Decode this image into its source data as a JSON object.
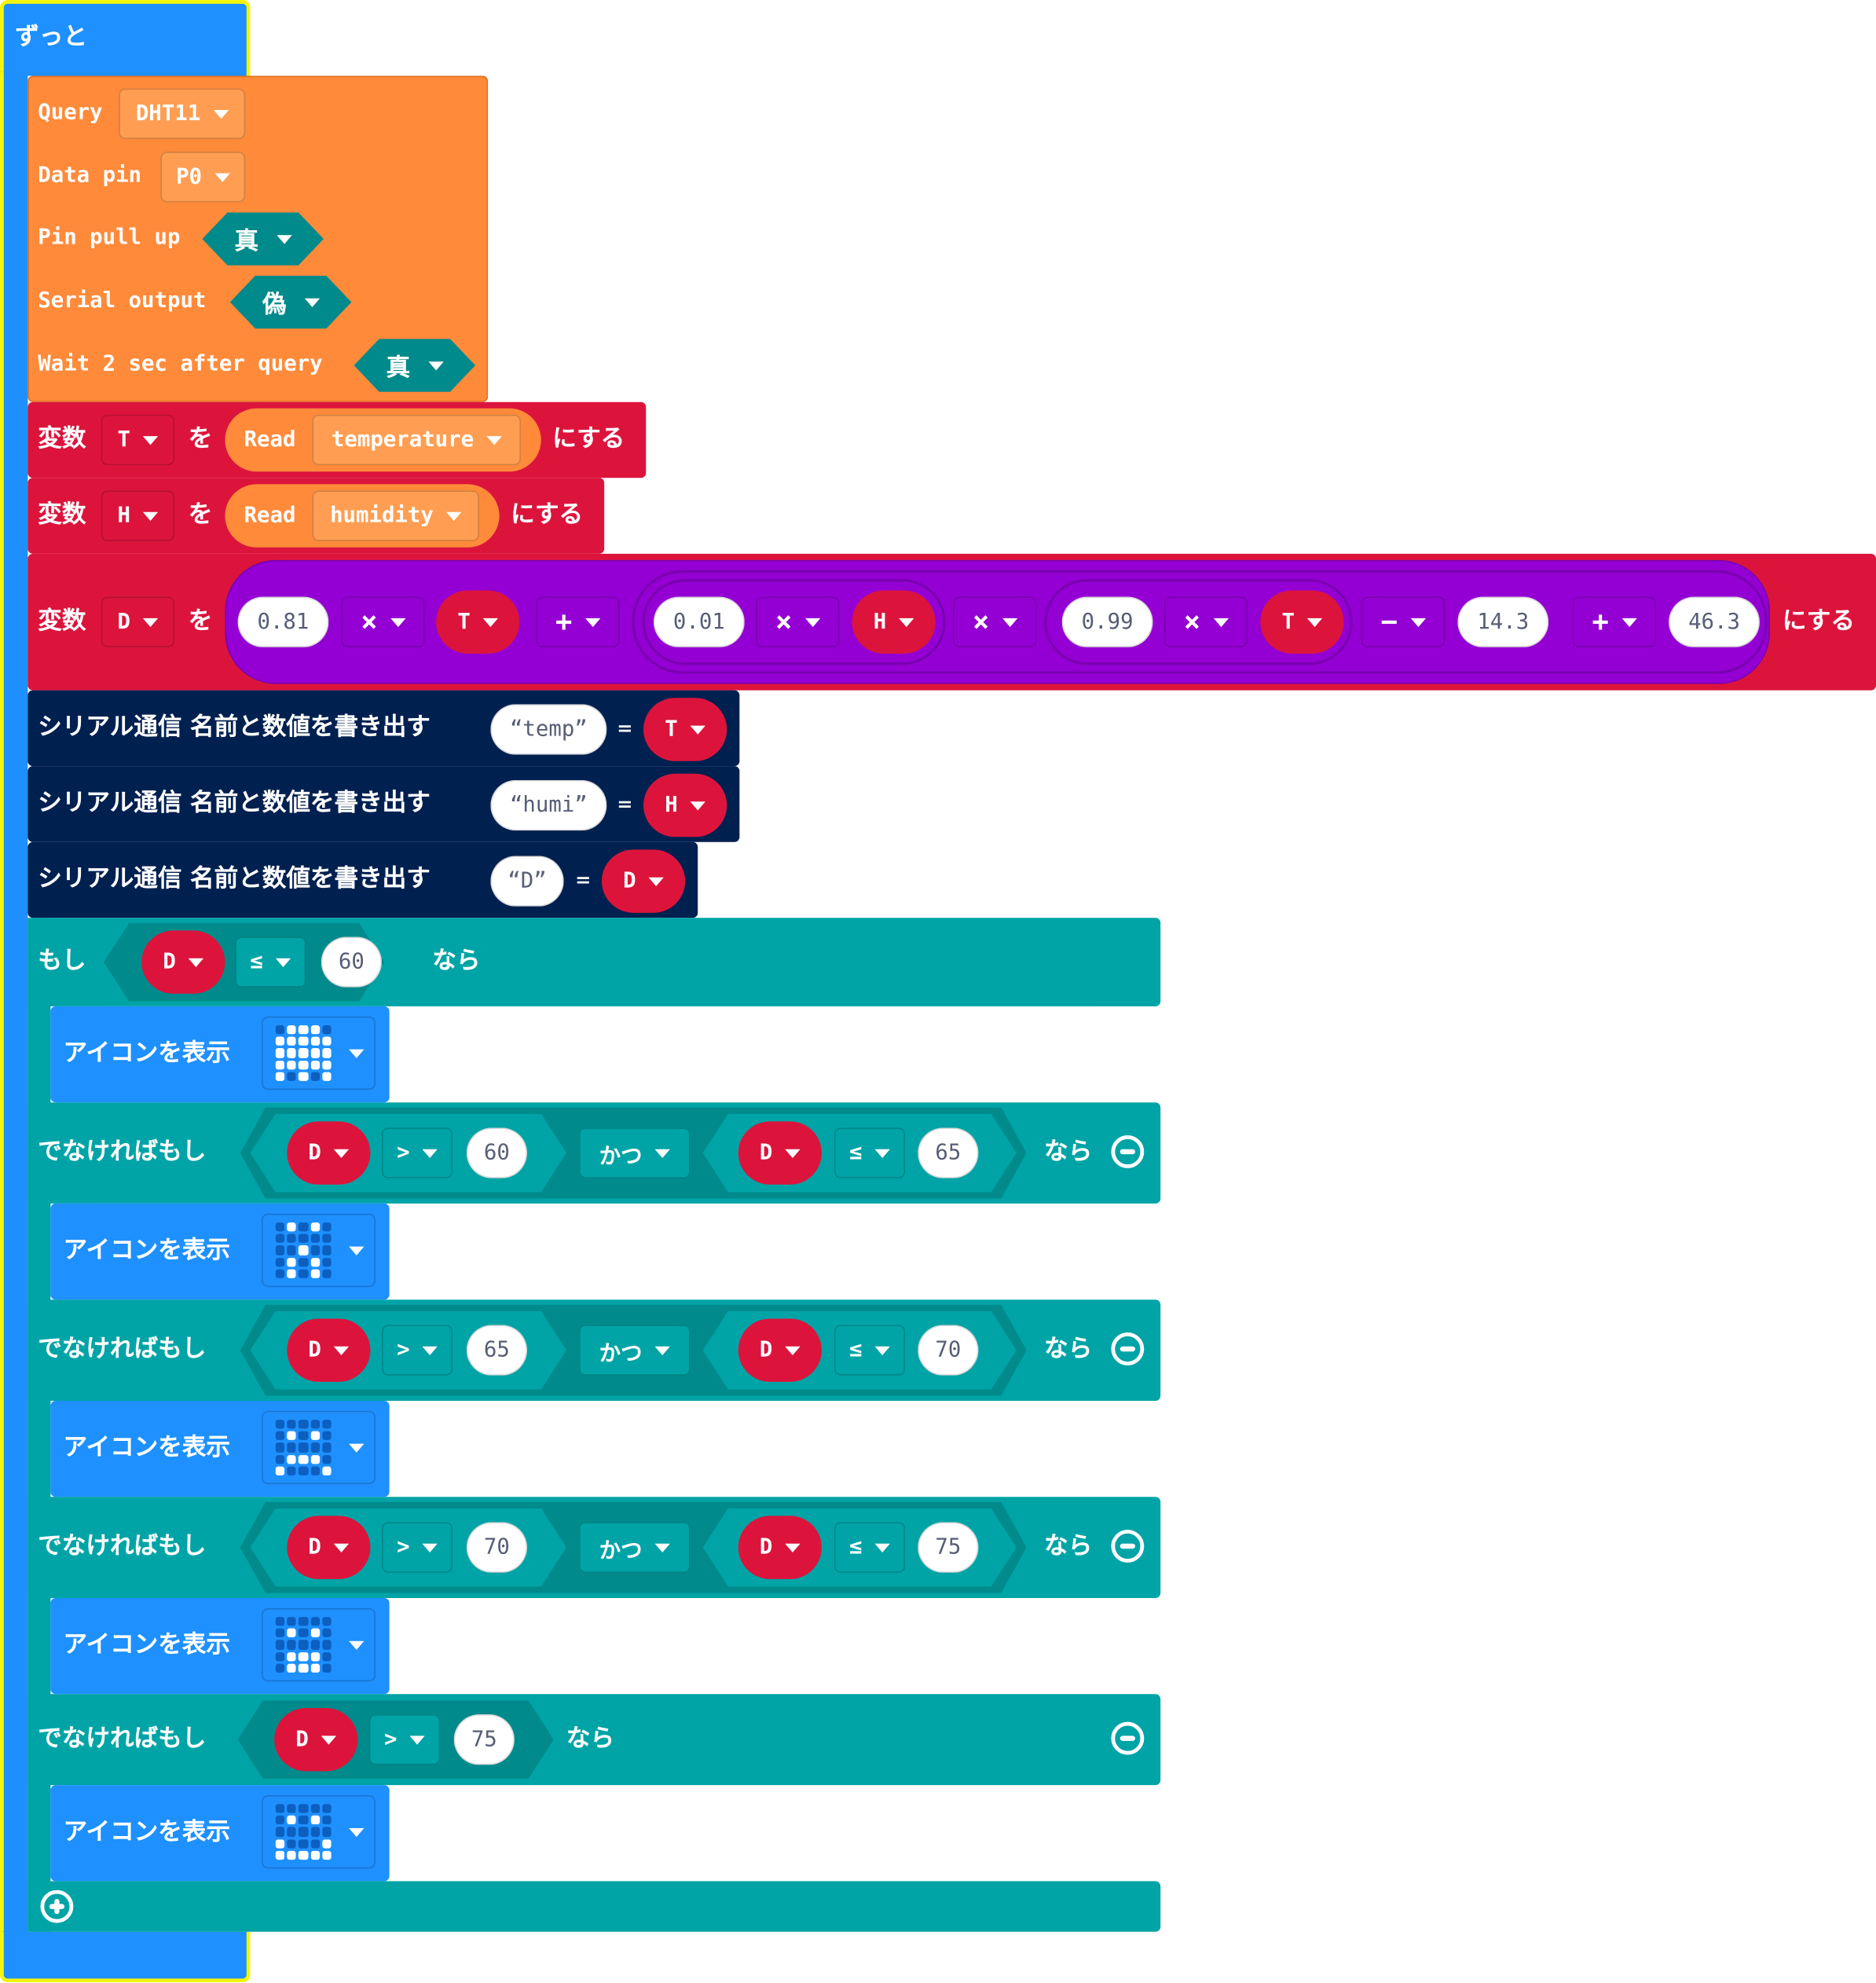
{
  "colors": {
    "loops": "#1e90ff",
    "dht": "#ff8a3a",
    "dht_dd": "#ff9e52",
    "variables": "#dc143c",
    "math": "#9400d3",
    "serial": "#002050",
    "logic": "#00a4a6",
    "basic": "#1e90ff",
    "highlight": "#f4f40c"
  },
  "forever": {
    "label": "ずっと"
  },
  "dht": {
    "query_label": "Query",
    "query_value": "DHT11",
    "pin_label": "Data pin",
    "pin_value": "P0",
    "pullup_label": "Pin pull up",
    "pullup_value": "真",
    "serial_label": "Serial output",
    "serial_value": "偽",
    "wait_label": "Wait 2 sec after query",
    "wait_value": "真"
  },
  "set_t": {
    "var_word": "変数",
    "var": "T",
    "wo": "を",
    "read": "Read",
    "reading": "temperature",
    "suffix": "にする"
  },
  "set_h": {
    "var_word": "変数",
    "var": "H",
    "wo": "を",
    "read": "Read",
    "reading": "humidity",
    "suffix": "にする"
  },
  "set_d": {
    "var_word": "変数",
    "var": "D",
    "wo": "を",
    "suffix": "にする",
    "n1": "0.81",
    "op1": "×",
    "v1": "T",
    "op2": "+",
    "n2": "0.01",
    "op3": "×",
    "v2": "H",
    "op4": "×",
    "n3": "0.99",
    "op5": "×",
    "v3": "T",
    "op6": "−",
    "n4": "14.3",
    "op7": "+",
    "n5": "46.3"
  },
  "serial": [
    {
      "label": "シリアル通信 名前と数値を書き出す",
      "name": "temp",
      "eq": "=",
      "var": "T"
    },
    {
      "label": "シリアル通信 名前と数値を書き出す",
      "name": "humi",
      "eq": "=",
      "var": "H"
    },
    {
      "label": "シリアル通信 名前と数値を書き出す",
      "name": "D",
      "eq": "=",
      "var": "D"
    }
  ],
  "if_block": {
    "if_label": "もし",
    "then_label": "なら",
    "elseif_label": "でなければもし",
    "and_label": "かつ",
    "show_icon_label": "アイコンを表示",
    "cond0": {
      "var": "D",
      "op": "≤",
      "value": "60"
    },
    "cond1": {
      "var": "D",
      "op1": ">",
      "v1": "60",
      "var2": "D",
      "op2": "≤",
      "v2": "65"
    },
    "cond2": {
      "var": "D",
      "op1": ">",
      "v1": "65",
      "var2": "D",
      "op2": "≤",
      "v2": "70"
    },
    "cond3": {
      "var": "D",
      "op1": ">",
      "v1": "70",
      "var2": "D",
      "op2": "≤",
      "v2": "75"
    },
    "cond4": {
      "var": "D",
      "op": ">",
      "value": "75"
    }
  },
  "icons": [
    {
      "name": "icon-1",
      "pixels": "0111011111111111111110101"
    },
    {
      "name": "icon-2",
      "pixels": "0101000000001000101001010"
    },
    {
      "name": "icon-3",
      "pixels": "0000001010000000111010001"
    },
    {
      "name": "icon-4",
      "pixels": "0000001010000000111001110"
    },
    {
      "name": "icon-5",
      "pixels": "0000001010000001000111111"
    }
  ]
}
